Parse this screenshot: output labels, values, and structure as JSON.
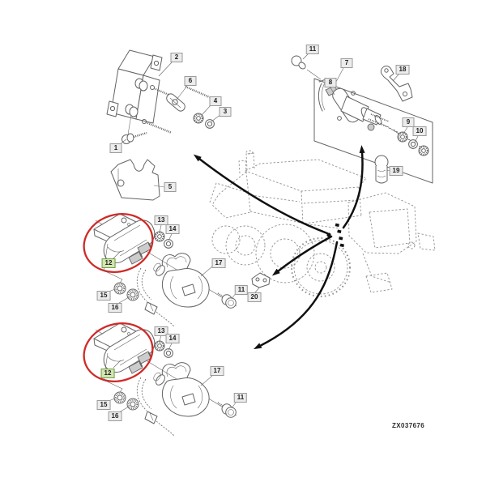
{
  "diagram": {
    "watermark": "ZX037676",
    "highlighted_part_number": "12",
    "callouts": [
      {
        "text": "2",
        "highlighted": false
      },
      {
        "text": "6",
        "highlighted": false
      },
      {
        "text": "4",
        "highlighted": false
      },
      {
        "text": "3",
        "highlighted": false
      },
      {
        "text": "1",
        "highlighted": false
      },
      {
        "text": "5",
        "highlighted": false
      },
      {
        "text": "11",
        "highlighted": false
      },
      {
        "text": "7",
        "highlighted": false
      },
      {
        "text": "8",
        "highlighted": false
      },
      {
        "text": "18",
        "highlighted": false
      },
      {
        "text": "9",
        "highlighted": false
      },
      {
        "text": "10",
        "highlighted": false
      },
      {
        "text": "19",
        "highlighted": false
      },
      {
        "text": "13",
        "highlighted": false
      },
      {
        "text": "14",
        "highlighted": false
      },
      {
        "text": "12",
        "highlighted": true
      },
      {
        "text": "15",
        "highlighted": false
      },
      {
        "text": "16",
        "highlighted": false
      },
      {
        "text": "17",
        "highlighted": false
      },
      {
        "text": "11",
        "highlighted": false
      },
      {
        "text": "20",
        "highlighted": false
      },
      {
        "text": "13",
        "highlighted": false
      },
      {
        "text": "14",
        "highlighted": false
      },
      {
        "text": "12",
        "highlighted": true
      },
      {
        "text": "15",
        "highlighted": false
      },
      {
        "text": "16",
        "highlighted": false
      },
      {
        "text": "17",
        "highlighted": false
      },
      {
        "text": "11",
        "highlighted": false
      }
    ]
  },
  "colors": {
    "line": "#646464",
    "tractor": "#909090",
    "arrow": "#101010",
    "highlight_red": "#cf2a27",
    "label_bg": "#ececec",
    "label_border": "#9a9a9a",
    "label_text": "#222222",
    "highlight_bg": "#d3e5b3",
    "highlight_border": "#6e9d3f",
    "watermark": "#2b2b2b"
  }
}
